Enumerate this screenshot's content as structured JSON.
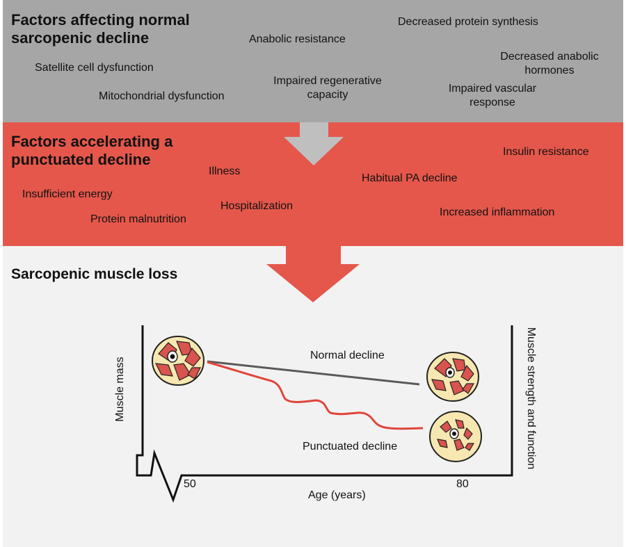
{
  "normal_section": {
    "heading_line1": "Factors affecting normal",
    "heading_line2": "sarcopenic decline",
    "factors": {
      "satellite": "Satellite cell  dysfunction",
      "mitochondrial": "Mitochondrial dysfunction",
      "anabolic_resistance": "Anabolic resistance",
      "impaired_regen_1": "Impaired regenerative",
      "impaired_regen_2": "capacity",
      "protein_synthesis": "Decreased protein synthesis",
      "anabolic_hormones_1": "Decreased anabolic",
      "anabolic_hormones_2": "hormones",
      "vascular_1": "Impaired vascular",
      "vascular_2": "response"
    }
  },
  "accelerating_section": {
    "heading_line1": "Factors accelerating a",
    "heading_line2": "punctuated decline",
    "factors": {
      "illness": "Illness",
      "insufficient_energy": "Insufficient energy",
      "protein_malnutrition": "Protein malnutrition",
      "hospitalization": "Hospitalization",
      "habitual_pa": "Habitual PA decline",
      "insulin_resistance": "Insulin resistance",
      "inflammation": "Increased inflammation"
    }
  },
  "outcome_section": {
    "heading": "Sarcopenic muscle loss"
  },
  "graph": {
    "y_left_label": "Muscle mass",
    "y_right_label": "Muscle strength and function",
    "x_label": "Age (years)",
    "x_tick_start": "50",
    "x_tick_end": "80",
    "normal_label": "Normal decline",
    "punctuated_label": "Punctuated decline"
  },
  "colors": {
    "gray_band": "#a6a6a6",
    "red_band": "#e5574b",
    "light_band": "#f2f2f2",
    "arrow_gray": "#bfbfbf",
    "normal_line": "#5a5a5a",
    "punctuated_line": "#e0453a",
    "muscle_fill": "#d9534f",
    "fascia_fill": "#f7e7b0"
  }
}
